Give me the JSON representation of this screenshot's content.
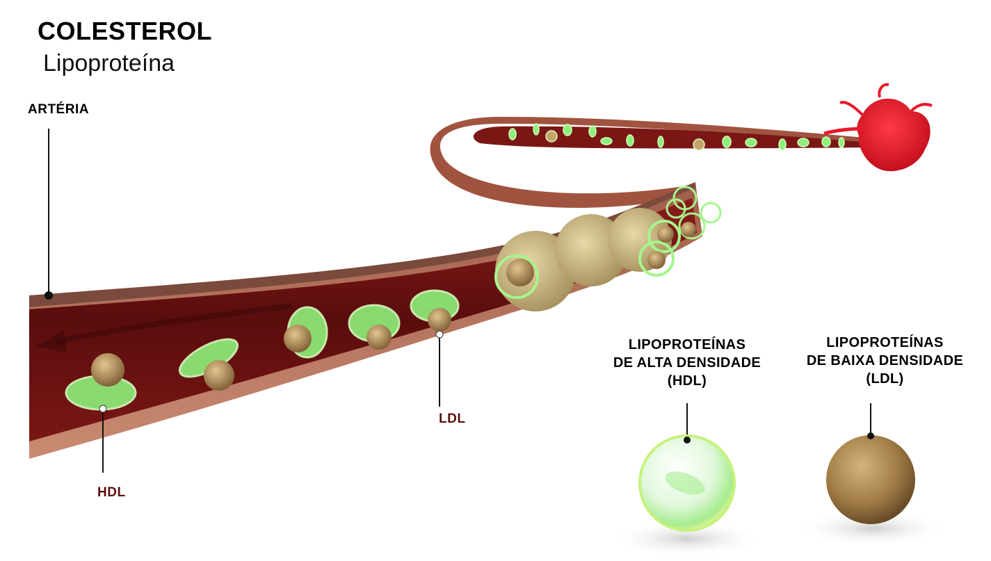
{
  "title": "COLESTEROL",
  "subtitle": "Lipoproteína",
  "labels": {
    "artery": "ARTÉRIA",
    "hdl": "HDL",
    "ldl": "LDL"
  },
  "hdl_caption": {
    "line1": "LIPOPROTEÍNAS",
    "line2": "DE ALTA DENSIDADE",
    "line3": "(HDL)"
  },
  "ldl_caption": {
    "line1": "LIPOPROTEÍNAS",
    "line2": "DE BAIXA DENSIDADE",
    "line3": "(LDL)"
  },
  "colors": {
    "artery_wall": "#b8705a",
    "artery_lumen": "#6e1212",
    "hdl_green": "#8ef07a",
    "ldl_tan": "#b8955a",
    "heart_red": "#e8192b",
    "label_red": "#5a0c0c"
  }
}
